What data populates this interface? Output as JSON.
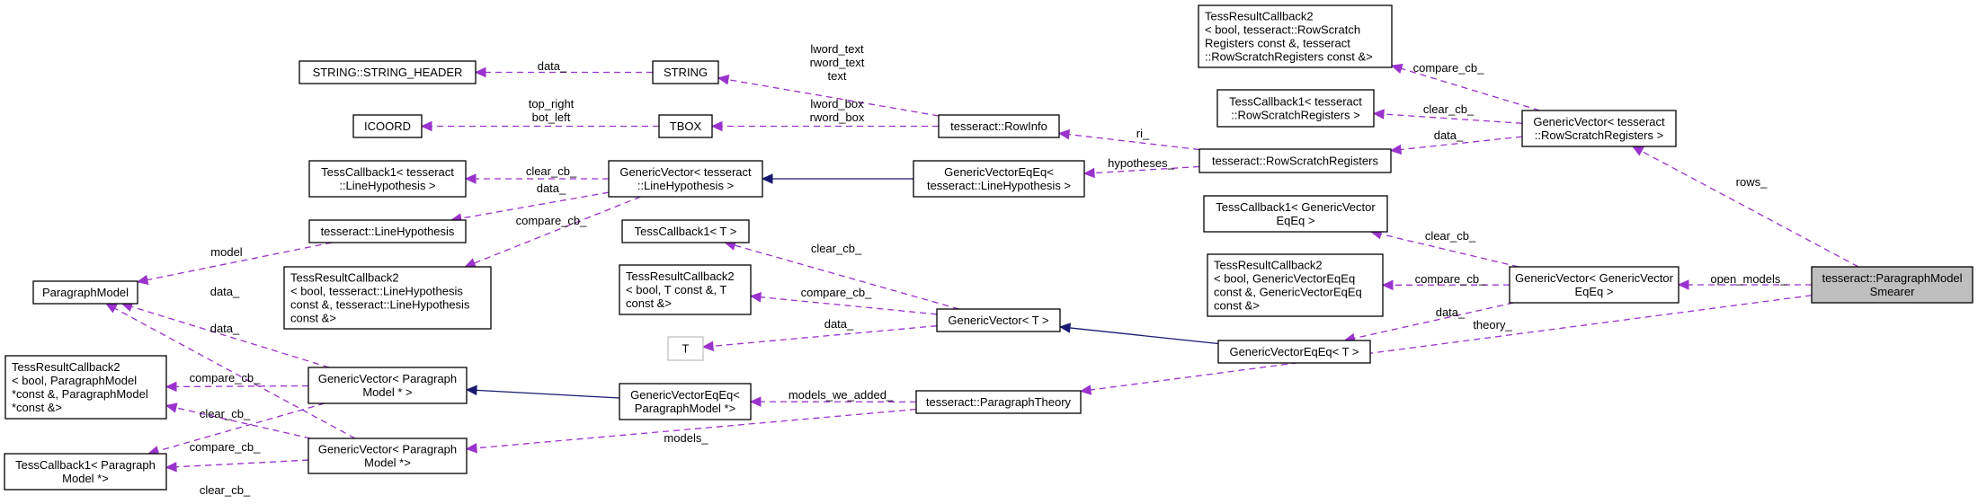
{
  "colors": {
    "usage_edge": "#9a32cd",
    "inheritance_edge": "#191970",
    "focus_node_fill": "#bfbfbf",
    "undocumented_border": "#bfbfbf"
  },
  "nodes": [
    {
      "id": "string_header",
      "lines": [
        "STRING::STRING_HEADER"
      ]
    },
    {
      "id": "string",
      "lines": [
        "STRING"
      ]
    },
    {
      "id": "icoord",
      "lines": [
        "ICOORD"
      ]
    },
    {
      "id": "tbox",
      "lines": [
        "TBOX"
      ]
    },
    {
      "id": "tc1_linehyp",
      "lines": [
        "TessCallback1< tesseract",
        "::LineHypothesis >"
      ]
    },
    {
      "id": "gv_linehyp",
      "lines": [
        "GenericVector< tesseract",
        "::LineHypothesis >"
      ]
    },
    {
      "id": "linehyp",
      "lines": [
        "tesseract::LineHypothesis"
      ]
    },
    {
      "id": "tc1_t",
      "lines": [
        "TessCallback1< T >"
      ]
    },
    {
      "id": "paragraphmodel",
      "lines": [
        "ParagraphModel"
      ]
    },
    {
      "id": "trc2_linehyp",
      "lines": [
        "TessResultCallback2",
        "< bool, tesseract::LineHypothesis",
        "const &, tesseract::LineHypothesis",
        "const &>"
      ]
    },
    {
      "id": "trc2_t",
      "lines": [
        "TessResultCallback2",
        "< bool, T const &, T",
        "const &>"
      ]
    },
    {
      "id": "t",
      "lines": [
        "T"
      ]
    },
    {
      "id": "trc2_pm",
      "lines": [
        "TessResultCallback2",
        "< bool, ParagraphModel",
        "*const &, ParagraphModel",
        "*const &>"
      ]
    },
    {
      "id": "gv_pm_ptr",
      "lines": [
        "GenericVector< Paragraph",
        "Model * >"
      ]
    },
    {
      "id": "gveqeq_pm",
      "lines": [
        "GenericVectorEqEq<",
        "ParagraphModel *>"
      ]
    },
    {
      "id": "tc1_pm",
      "lines": [
        "TessCallback1< Paragraph",
        "Model *>"
      ]
    },
    {
      "id": "gv_pm",
      "lines": [
        "GenericVector< Paragraph",
        "Model *>"
      ]
    },
    {
      "id": "trc2_rowscratch",
      "lines": [
        "TessResultCallback2",
        "< bool, tesseract::RowScratch",
        "Registers const &, tesseract",
        "::RowScratchRegisters const &>"
      ]
    },
    {
      "id": "tc1_rowscratch",
      "lines": [
        "TessCallback1< tesseract",
        "::RowScratchRegisters >"
      ]
    },
    {
      "id": "gv_rowscratch",
      "lines": [
        "GenericVector< tesseract",
        "::RowScratchRegisters >"
      ]
    },
    {
      "id": "rowinfo",
      "lines": [
        "tesseract::RowInfo"
      ]
    },
    {
      "id": "rowscratch",
      "lines": [
        "tesseract::RowScratchRegisters"
      ]
    },
    {
      "id": "gveqeq_linehyp",
      "lines": [
        "GenericVectorEqEq<",
        "tesseract::LineHypothesis >"
      ]
    },
    {
      "id": "tc1_gveqeq",
      "lines": [
        "TessCallback1< GenericVector",
        "EqEq >"
      ]
    },
    {
      "id": "trc2_gveqeq",
      "lines": [
        "TessResultCallback2",
        "< bool, GenericVectorEqEq",
        "const &, GenericVectorEqEq",
        "const &>"
      ]
    },
    {
      "id": "gv_gveqeq",
      "lines": [
        "GenericVector< GenericVector",
        "EqEq >"
      ]
    },
    {
      "id": "smearer",
      "lines": [
        "tesseract::ParagraphModel",
        "Smearer"
      ]
    },
    {
      "id": "gv_t",
      "lines": [
        "GenericVector< T >"
      ]
    },
    {
      "id": "gveqeq_t",
      "lines": [
        "GenericVectorEqEq< T >"
      ]
    },
    {
      "id": "paragraphtheory",
      "lines": [
        "tesseract::ParagraphTheory"
      ]
    }
  ],
  "edges": [
    {
      "from": "string",
      "to": "string_header",
      "labels": [
        "data_"
      ]
    },
    {
      "from": "rowinfo",
      "to": "string",
      "labels": [
        "lword_text",
        "rword_text",
        "text"
      ]
    },
    {
      "from": "tbox",
      "to": "icoord",
      "labels": [
        "top_right",
        "bot_left"
      ]
    },
    {
      "from": "rowinfo",
      "to": "tbox",
      "labels": [
        "lword_box",
        "rword_box"
      ]
    },
    {
      "from": "gv_linehyp",
      "to": "tc1_linehyp",
      "labels": [
        "clear_cb_"
      ]
    },
    {
      "from": "gv_linehyp",
      "to": "linehyp",
      "labels": [
        "data_"
      ]
    },
    {
      "from": "gv_linehyp",
      "to": "trc2_linehyp",
      "labels": [
        "compare_cb_"
      ]
    },
    {
      "from": "gveqeq_linehyp",
      "to": "gv_linehyp",
      "kind": "inheritance",
      "labels": []
    },
    {
      "from": "rowscratch",
      "to": "gveqeq_linehyp",
      "labels": [
        "hypotheses_"
      ]
    },
    {
      "from": "rowscratch",
      "to": "rowinfo",
      "labels": [
        "ri_"
      ]
    },
    {
      "from": "gv_rowscratch",
      "to": "trc2_rowscratch",
      "labels": [
        "compare_cb_"
      ]
    },
    {
      "from": "gv_rowscratch",
      "to": "tc1_rowscratch",
      "labels": [
        "clear_cb_"
      ]
    },
    {
      "from": "gv_rowscratch",
      "to": "rowscratch",
      "labels": [
        "data_"
      ]
    },
    {
      "from": "smearer",
      "to": "gv_rowscratch",
      "labels": [
        "rows_"
      ]
    },
    {
      "from": "linehyp",
      "to": "paragraphmodel",
      "labels": [
        "model"
      ]
    },
    {
      "from": "gv_pm_ptr",
      "to": "paragraphmodel",
      "labels": [
        "data_"
      ]
    },
    {
      "from": "gv_pm",
      "to": "paragraphmodel",
      "labels": [
        "data_"
      ]
    },
    {
      "from": "gv_pm_ptr",
      "to": "trc2_pm",
      "labels": [
        "compare_cb_"
      ]
    },
    {
      "from": "gv_pm_ptr",
      "to": "tc1_pm",
      "labels": [
        "clear_cb_"
      ]
    },
    {
      "from": "gv_pm",
      "to": "trc2_pm",
      "labels": [
        "compare_cb_"
      ]
    },
    {
      "from": "gv_pm",
      "to": "tc1_pm",
      "labels": [
        "clear_cb_"
      ]
    },
    {
      "from": "gveqeq_pm",
      "to": "gv_pm_ptr",
      "kind": "inheritance",
      "labels": []
    },
    {
      "from": "paragraphtheory",
      "to": "gveqeq_pm",
      "labels": [
        "models_we_added_"
      ]
    },
    {
      "from": "paragraphtheory",
      "to": "gv_pm",
      "labels": [
        "models_"
      ]
    },
    {
      "from": "gv_t",
      "to": "tc1_t",
      "labels": [
        "clear_cb_"
      ]
    },
    {
      "from": "gv_t",
      "to": "trc2_t",
      "labels": [
        "compare_cb_"
      ]
    },
    {
      "from": "gv_t",
      "to": "t",
      "labels": [
        "data_"
      ]
    },
    {
      "from": "gveqeq_t",
      "to": "gv_t",
      "kind": "inheritance",
      "labels": []
    },
    {
      "from": "gv_gveqeq",
      "to": "tc1_gveqeq",
      "labels": [
        "clear_cb_"
      ]
    },
    {
      "from": "gv_gveqeq",
      "to": "trc2_gveqeq",
      "labels": [
        "compare_cb_"
      ]
    },
    {
      "from": "gv_gveqeq",
      "to": "gveqeq_t",
      "labels": [
        "data_"
      ]
    },
    {
      "from": "smearer",
      "to": "gv_gveqeq",
      "labels": [
        "open_models_"
      ]
    },
    {
      "from": "smearer",
      "to": "paragraphtheory",
      "labels": [
        "theory_"
      ]
    }
  ]
}
